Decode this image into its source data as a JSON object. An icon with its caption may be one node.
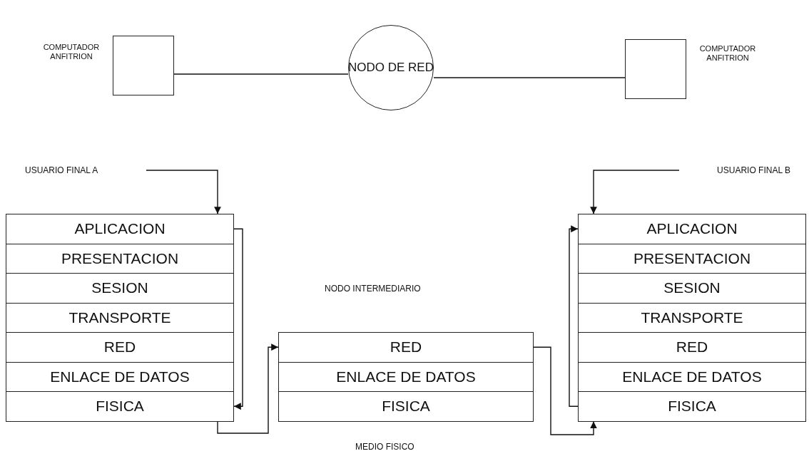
{
  "diagram": {
    "nodes": [
      {
        "text": [],
        "shape": "box",
        "beside": [
          "COMPUTADOR ANFITRION"
        ]
      },
      {
        "text": [
          "NODO DE RED"
        ]
      },
      {
        "text": [],
        "shape": "box",
        "beside": [
          "COMPUTADOR ANFITRION"
        ]
      },
      {
        "text": [
          "USUARIO FINAL A"
        ]
      },
      {
        "text": [
          "USUARIO FINAL B"
        ]
      },
      {
        "text": [
          "APLICACION"
        ]
      },
      {
        "text": [
          "PRESENTACION"
        ]
      },
      {
        "text": [
          "SESION"
        ]
      },
      {
        "text": [
          "TRANSPORTE"
        ]
      },
      {
        "text": [
          "RED"
        ]
      },
      {
        "text": [
          "ENLACE DE DATOS"
        ]
      },
      {
        "text": [
          "FISICA"
        ]
      },
      {
        "text": [
          "RED"
        ]
      },
      {
        "text": [
          "ENLACE DE DATOS"
        ]
      },
      {
        "text": [
          "FISICA"
        ]
      },
      {
        "text": [
          "APLICACION"
        ]
      },
      {
        "text": [
          "PRESENTACION"
        ]
      },
      {
        "text": [
          "SESION"
        ]
      },
      {
        "text": [
          "TRANSPORTE"
        ]
      },
      {
        "text": [
          "RED"
        ]
      },
      {
        "text": [
          "ENLACE DE DATOS"
        ]
      },
      {
        "text": [
          "FISICA"
        ]
      }
    ],
    "edges": [
      {
        "from": 0,
        "to": 1,
        "arrow": "none"
      },
      {
        "from": 1,
        "to": 2,
        "arrow": "none"
      },
      {
        "from": 3,
        "to": 5,
        "arrow": "to"
      },
      {
        "from": 5,
        "to": 11,
        "arrow": "to"
      },
      {
        "from": 11,
        "to": 12,
        "arrow": "to"
      },
      {
        "from": 12,
        "to": 21,
        "arrow": "to"
      },
      {
        "from": 21,
        "to": 15,
        "arrow": "to"
      },
      {
        "from": 4,
        "to": 15,
        "arrow": "to"
      }
    ],
    "labels": [
      "NODO INTERMEDIARIO",
      "MEDIO FISICO"
    ]
  }
}
